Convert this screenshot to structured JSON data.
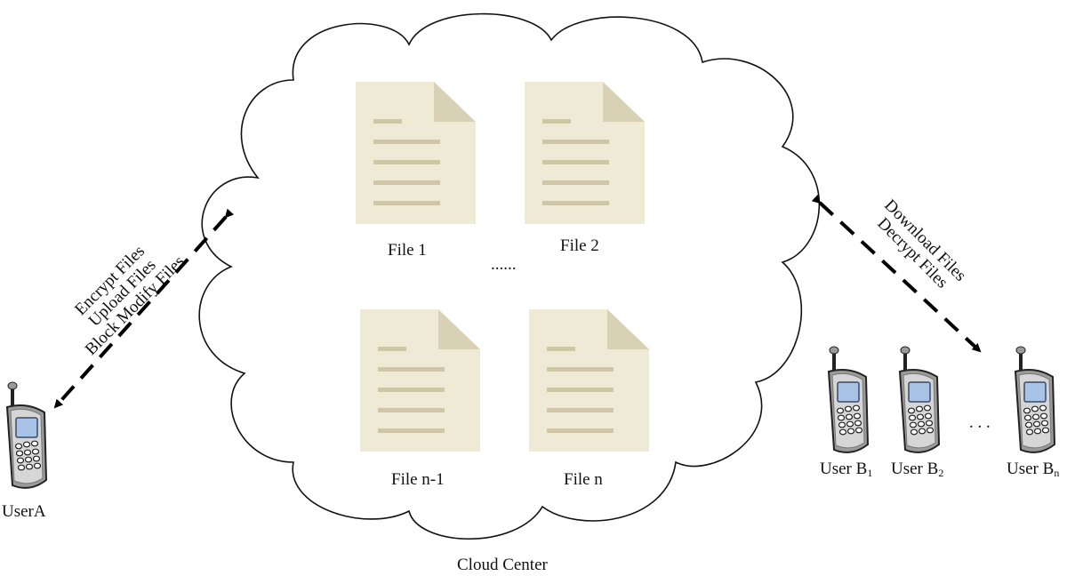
{
  "cloud": {
    "label": "Cloud Center"
  },
  "files": [
    {
      "label": "File 1"
    },
    {
      "label": "File 2"
    },
    {
      "label": "File n-1"
    },
    {
      "label": "File n"
    }
  ],
  "files_ellipsis": "......",
  "user_a": {
    "label": "UserA",
    "operations": [
      "Encrypt Files",
      "Upload Files",
      "Block Modify Files"
    ]
  },
  "users_b": {
    "operations": [
      "Download Files",
      "Decrypt Files"
    ],
    "ellipsis": ". . .",
    "users": [
      {
        "label": "User B",
        "subscript": "1"
      },
      {
        "label": "User B",
        "subscript": "2"
      },
      {
        "label": "User B",
        "subscript": "n"
      }
    ]
  },
  "colors": {
    "file_fill": "#efead6",
    "file_fold": "#d9d1b6",
    "file_lines": "#cfc6a6",
    "phone_body": "#9a9a9a",
    "phone_screen": "#a9c3e6",
    "outline": "#111111"
  },
  "icons": [
    "document-icon",
    "mobile-phone-icon"
  ]
}
